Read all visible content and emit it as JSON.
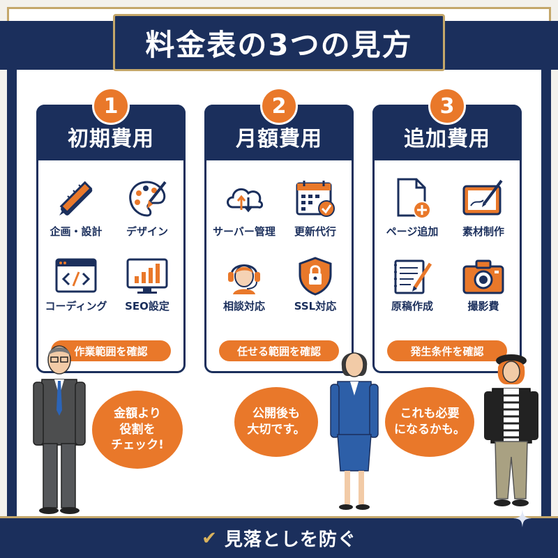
{
  "title": "料金表の3つの見方",
  "columns": [
    {
      "number": "1",
      "heading": "初期費用",
      "items": [
        {
          "label": "企画・設計",
          "icon": "pencil-ruler-icon"
        },
        {
          "label": "デザイン",
          "icon": "palette-icon"
        },
        {
          "label": "コーディング",
          "icon": "code-window-icon"
        },
        {
          "label": "SEO設定",
          "icon": "bar-chart-monitor-icon"
        }
      ],
      "button": "作業範囲を確認"
    },
    {
      "number": "2",
      "heading": "月額費用",
      "items": [
        {
          "label": "サーバー管理",
          "icon": "cloud-sync-icon"
        },
        {
          "label": "更新代行",
          "icon": "calendar-check-icon"
        },
        {
          "label": "相談対応",
          "icon": "headset-operator-icon"
        },
        {
          "label": "SSL対応",
          "icon": "shield-lock-icon"
        }
      ],
      "button": "任せる範囲を確認"
    },
    {
      "number": "3",
      "heading": "追加費用",
      "items": [
        {
          "label": "ページ追加",
          "icon": "page-add-icon"
        },
        {
          "label": "素材制作",
          "icon": "tablet-pen-icon"
        },
        {
          "label": "原稿作成",
          "icon": "notepad-pen-icon"
        },
        {
          "label": "撮影費",
          "icon": "camera-icon"
        }
      ],
      "button": "発生条件を確認"
    }
  ],
  "bubbles": [
    {
      "line1": "金額より",
      "line2": "役割を",
      "line3": "チェック!"
    },
    {
      "line1": "公開後も",
      "line2": "大切です。",
      "line3": ""
    },
    {
      "line1": "これも必要",
      "line2": "になるかも。",
      "line3": ""
    }
  ],
  "footer": {
    "check_icon": "check-icon",
    "text": "見落としを防ぐ"
  },
  "colors": {
    "navy": "#1b2f5c",
    "orange": "#e9782a",
    "gold": "#c4a76a"
  }
}
